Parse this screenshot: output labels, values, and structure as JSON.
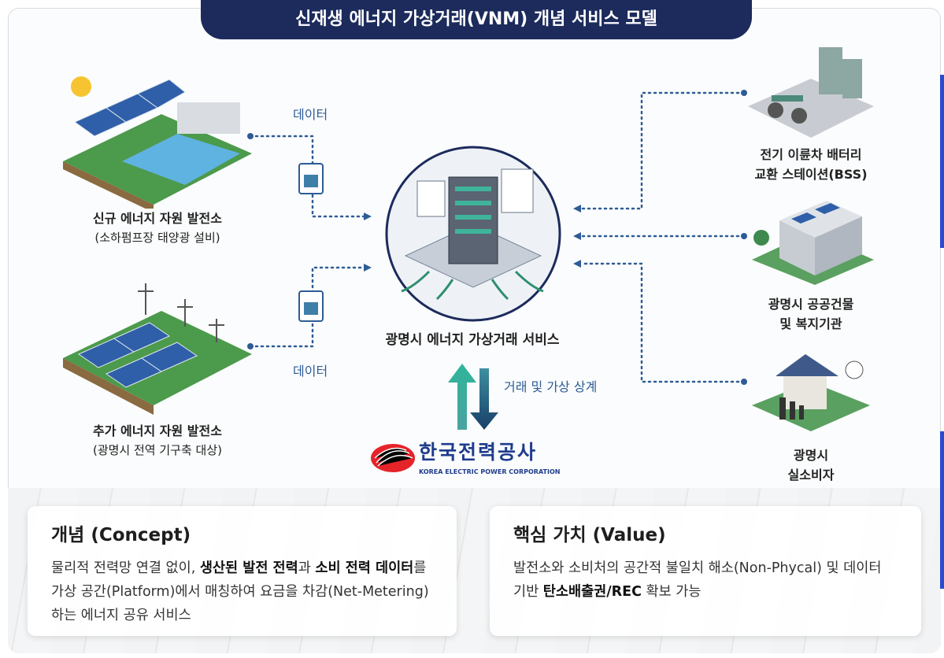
{
  "title": "신재생 에너지 가상거래(VNM) 개념 서비스 모델",
  "left": {
    "source1": {
      "title": "신규 에너지 자원 발전소",
      "subtitle": "(소하펌프장 태양광 설비)"
    },
    "source2": {
      "title": "추가 에너지 자원 발전소",
      "subtitle": "(광명시 전역 기구축 대상)"
    },
    "data_label": "데이터"
  },
  "center": {
    "title": "광명시 에너지 가상거래 서비스",
    "exchange_label": "거래 및 가상 상계",
    "logo_ko": "한국전력공사",
    "logo_en": "KOREA ELECTRIC POWER CORPORATION"
  },
  "right": {
    "bss": {
      "line1": "전기 이륜차 배터리",
      "line2": "교환 스테이션(BSS)"
    },
    "building": {
      "line1": "광명시 공공건물",
      "line2": "및 복지기관"
    },
    "consumer": {
      "line1": "광명시",
      "line2": "실소비자"
    }
  },
  "concept": {
    "title": "개념 (Concept)",
    "t1": "물리적 전력망 연결 없이, ",
    "b1": "생산된 발전 전력",
    "t2": "과 ",
    "b2": "소비 전력 데이터",
    "t3": "를 가상 공간(Platform)에서 매칭하여 요금을 차감(Net-Metering)하는 에너지 공유 서비스"
  },
  "value": {
    "title": "핵심 가치 (Value)",
    "t1": "발전소와 소비처의 공간적 불일치 해소(Non-Phycal) 및 데이터 기반 ",
    "b1": "탄소배출권/REC",
    "t2": " 확보 가능"
  },
  "colors": {
    "navy": "#1c2b5c",
    "line": "#2d5c96",
    "teal": "#2fb59a",
    "kepco": "#e5242a"
  }
}
